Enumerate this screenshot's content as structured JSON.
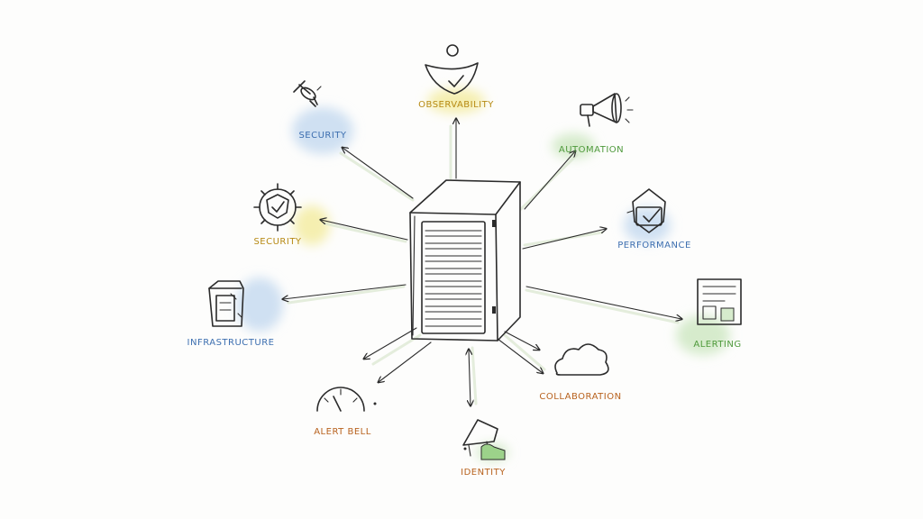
{
  "colors": {
    "ink": "#2b2b2b",
    "blue": "#3d6fb0",
    "green": "#4f9a3c",
    "orange": "#b8621e",
    "amber": "#b78a14",
    "wash_blue": "#cfe0f2",
    "wash_yellow": "#f5efb0",
    "wash_green": "#d6ebcc"
  },
  "nodes": [
    {
      "id": "top",
      "label": "OBSERVABILITY",
      "icon": "shield-check-icon",
      "color": "amber"
    },
    {
      "id": "upper-left",
      "label": "SECURITY",
      "icon": "satellite-icon",
      "color": "blue"
    },
    {
      "id": "upper-right",
      "label": "AUTOMATION",
      "icon": "megaphone-icon",
      "color": "green"
    },
    {
      "id": "mid-left",
      "label": "SECURITY",
      "icon": "gear-shield-icon",
      "color": "amber"
    },
    {
      "id": "mid-right",
      "label": "PERFORMANCE",
      "icon": "shield-badge-icon",
      "color": "blue"
    },
    {
      "id": "left",
      "label": "INFRASTRUCTURE",
      "icon": "server-cabinet-icon",
      "color": "blue"
    },
    {
      "id": "right",
      "label": "ALERTING",
      "icon": "dashboard-icon",
      "color": "green"
    },
    {
      "id": "bottom-left",
      "label": "ALERT BELL",
      "icon": "gauge-icon",
      "color": "orange"
    },
    {
      "id": "bottom-right",
      "label": "COLLABORATION",
      "icon": "cloud-icon",
      "color": "orange"
    },
    {
      "id": "bottom",
      "label": "IDENTITY",
      "icon": "person-tent-icon",
      "color": "orange"
    }
  ],
  "center": {
    "icon": "server-rack-icon"
  }
}
